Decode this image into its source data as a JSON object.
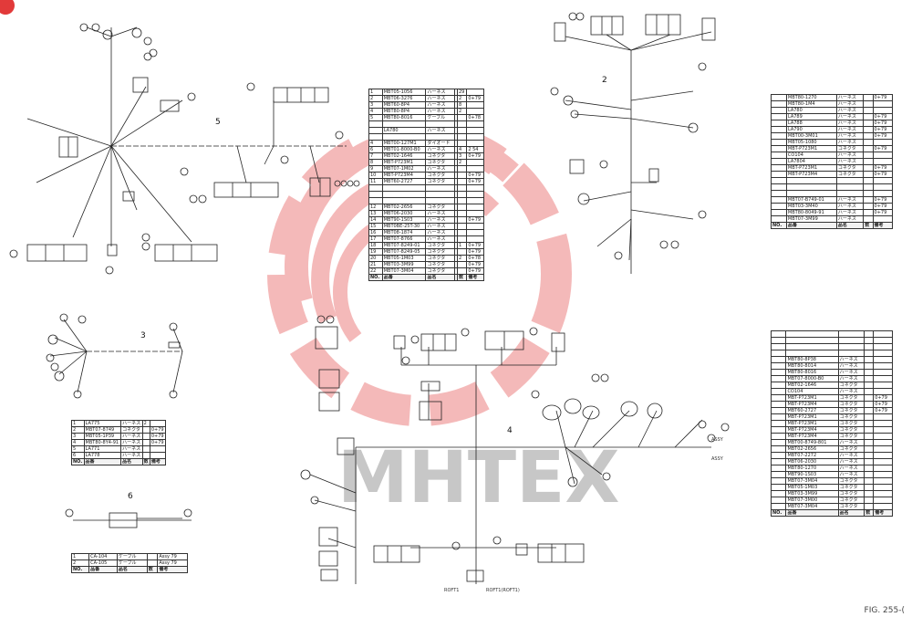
{
  "harness_numbers": [
    "2",
    "3",
    "4",
    "5",
    "6"
  ],
  "watermark": {
    "text": "MHTEX",
    "logo_color": "#e23a3a",
    "text_color": "#9a9a9a"
  },
  "figure_label": "FIG. 255-(",
  "callout_labels": {
    "bottom_left_a": "ROFT1",
    "bottom_left_b": "ROFT1(ROFT1)",
    "right_a": "ASSY",
    "right_b": "ASSY"
  },
  "tables": {
    "center_table": {
      "rows": [
        [
          "1",
          "MBT05-1056",
          "ハーネス",
          "",
          "29",
          ""
        ],
        [
          "2",
          "MBT06-3276",
          "ハーネス",
          "",
          "2",
          "0+79"
        ],
        [
          "3",
          "MBT60-8P4",
          "ハーネス",
          "",
          "8",
          ""
        ],
        [
          "4",
          "MBT80-8P4",
          "ハーネス",
          "",
          "2",
          ""
        ],
        [
          "5",
          "MBT80-8016",
          "ケーブル",
          "",
          "",
          "0+78"
        ],
        [
          "",
          "",
          "",
          "",
          "",
          ""
        ],
        [
          "",
          "LA780",
          "ハーネス",
          "",
          "",
          ""
        ],
        [
          "",
          "",
          "",
          "",
          "",
          ""
        ],
        [
          "4",
          "MBT00-127M1",
          "ダイオード",
          "",
          "",
          ""
        ],
        [
          "6",
          "MBT01-8000-B0",
          "ハーネス",
          "",
          "4",
          "2 54"
        ],
        [
          "7",
          "MBT02-1646",
          "コネクタ",
          "",
          "3",
          "0+79"
        ],
        [
          "8",
          "MBT-P723M1",
          "コネクタ",
          "",
          "2",
          ""
        ],
        [
          "9",
          "MBT07-1M02",
          "ハーネス",
          "",
          "",
          ""
        ],
        [
          "10",
          "MBT-P723M4",
          "コネクタ",
          "",
          "",
          "0+79"
        ],
        [
          "11",
          "MBT60-2727",
          "コネクタ",
          "",
          "",
          "0+79"
        ],
        [
          "",
          "",
          "",
          "",
          "",
          ""
        ],
        [
          "",
          "",
          "",
          "",
          "",
          ""
        ],
        [
          "",
          "",
          "",
          "",
          "",
          ""
        ],
        [
          "12",
          "MBT02-2656",
          "コネクタ",
          "",
          "",
          ""
        ],
        [
          "13",
          "MBT06-2030",
          "ハーネス",
          "",
          "",
          ""
        ],
        [
          "14",
          "MBT90-1S03",
          "ハーネス",
          "",
          "",
          "0+79"
        ],
        [
          "15",
          "MBT0BE-25T-30",
          "ハーネス",
          "",
          "",
          ""
        ],
        [
          "16",
          "MBT08-1874",
          "ハーネス",
          "",
          "",
          ""
        ],
        [
          "17",
          "MBT07-8766",
          "ハーネス",
          "",
          "",
          ""
        ],
        [
          "18",
          "MBT07-8249-01",
          "コネクタ",
          "",
          "1",
          "0+79"
        ],
        [
          "19",
          "MBT07-8249-05",
          "コネクタ",
          "",
          "",
          "0+79"
        ],
        [
          "20",
          "MBT05-1M03",
          "コネクタ",
          "",
          "2",
          "0+78"
        ],
        [
          "21",
          "MBT03-3M99",
          "コネクタ",
          "",
          "",
          "0+79"
        ],
        [
          "22",
          "MBT07-3M04",
          "コネクタ",
          "",
          "",
          "0+79"
        ],
        [
          "NO.",
          "品番",
          "品名",
          "",
          "数",
          "備考"
        ]
      ]
    },
    "left_small_table": {
      "rows": [
        [
          "1",
          "LA775",
          "ハーネス",
          "2",
          ""
        ],
        [
          "2",
          "MBT07-8749",
          "コネクタ",
          "",
          "0+79"
        ],
        [
          "3",
          "MBT05-1P39",
          "ハーネス",
          "",
          "0+79"
        ],
        [
          "4",
          "MBT80-8Y4-91",
          "ハーネス",
          "",
          "0+79"
        ],
        [
          "5",
          "LA771",
          "ハーネス",
          "",
          ""
        ],
        [
          "6",
          "LA778",
          "ハーネス",
          "",
          ""
        ],
        [
          "NO.",
          "品番",
          "品名",
          "数",
          "備考"
        ]
      ]
    },
    "bottom_left_table": {
      "rows": [
        [
          "1",
          "CA-104",
          "ケーブル",
          "",
          "Assy 79"
        ],
        [
          "2",
          "CA-105",
          "ケーブル",
          "",
          "Assy 79"
        ],
        [
          "NO.",
          "品番",
          "品名",
          "数",
          "備考"
        ]
      ]
    },
    "right_top_table": {
      "rows": [
        [
          "",
          "MBT80-1270",
          "ハーネス",
          "",
          "0+79"
        ],
        [
          "",
          "MBT80-1M4",
          "ハーネス",
          "",
          ""
        ],
        [
          "",
          "LA780",
          "ハーネス",
          "",
          ""
        ],
        [
          "",
          "LA789",
          "ハーネス",
          "",
          "0+79"
        ],
        [
          "",
          "LA788",
          "ハーネス",
          "",
          "0+79"
        ],
        [
          "",
          "LA790",
          "ハーネス",
          "",
          "0+79"
        ],
        [
          "",
          "MBT00-3M01",
          "ハーネス",
          "",
          "0+79"
        ],
        [
          "",
          "MBT05-1080",
          "ハーネス",
          "",
          ""
        ],
        [
          "",
          "MBT-P723M1",
          "コネクタ",
          "",
          "0+79"
        ],
        [
          "",
          "CO104",
          "ハーネス",
          "",
          ""
        ],
        [
          "",
          "LA7804",
          "ハーネス",
          "",
          ""
        ],
        [
          "",
          "MBT-P723M1",
          "コネクタ",
          "",
          "0+79"
        ],
        [
          "",
          "MBT-P723M4",
          "コネクタ",
          "",
          "0+79"
        ],
        [
          "",
          "",
          "",
          "",
          ""
        ],
        [
          "",
          "",
          "",
          "",
          ""
        ],
        [
          "",
          "",
          "",
          "",
          ""
        ],
        [
          "",
          "MBT07-B749-01",
          "ハーネス",
          "",
          "0+79"
        ],
        [
          "",
          "MBT03-3M40",
          "ハーネス",
          "",
          "0+79"
        ],
        [
          "",
          "MBT80-8049-91",
          "ハーネス",
          "",
          "0+79"
        ],
        [
          "",
          "MBT07-3M99",
          "ハーネス",
          "",
          ""
        ],
        [
          "NO.",
          "品番",
          "品名",
          "数",
          "備考"
        ]
      ]
    },
    "right_bottom_table": {
      "rows": [
        [
          "",
          "",
          "",
          "",
          ""
        ],
        [
          "",
          "",
          "",
          "",
          ""
        ],
        [
          "",
          "",
          "",
          "",
          ""
        ],
        [
          "",
          "",
          "",
          "",
          ""
        ],
        [
          "",
          "MBT80-8P38",
          "ハーネス",
          "",
          ""
        ],
        [
          "",
          "MBT80-8014",
          "ハーネス",
          "",
          ""
        ],
        [
          "",
          "MBT80-8016",
          "ハーネス",
          "",
          ""
        ],
        [
          "",
          "MBT07-8000-B0",
          "ハーネス",
          "",
          ""
        ],
        [
          "",
          "MBT02-1646",
          "コネクタ",
          "",
          ""
        ],
        [
          "",
          "CO104",
          "ハーネス",
          "",
          ""
        ],
        [
          "",
          "MBT-P723M1",
          "コネクタ",
          "",
          "0+79"
        ],
        [
          "",
          "MBT-P723M4",
          "コネクタ",
          "",
          "0+79"
        ],
        [
          "",
          "MBT60-2727",
          "コネクタ",
          "",
          "0+79"
        ],
        [
          "",
          "MBT-P723M1",
          "コネクタ",
          "",
          ""
        ],
        [
          "",
          "MBT-P723M1",
          "コネクタ",
          "",
          ""
        ],
        [
          "",
          "MBT-P723M4",
          "コネクタ",
          "",
          ""
        ],
        [
          "",
          "MBT-P723M4",
          "コネクタ",
          "",
          ""
        ],
        [
          "",
          "MBT00-8749-801",
          "ハーネス",
          "",
          ""
        ],
        [
          "",
          "MBT02-2656",
          "コネクタ",
          "",
          ""
        ],
        [
          "",
          "MBT07-2272",
          "ハーネス",
          "",
          ""
        ],
        [
          "",
          "MBT06-2030",
          "ハーネス",
          "",
          ""
        ],
        [
          "",
          "MBT80-1270",
          "ハーネス",
          "",
          ""
        ],
        [
          "",
          "MBT90-1S03",
          "ハーネス",
          "",
          ""
        ],
        [
          "",
          "MBT07-3M04",
          "コネクタ",
          "",
          ""
        ],
        [
          "",
          "MBT05-1M03",
          "コネクタ",
          "",
          ""
        ],
        [
          "",
          "MBT03-3M99",
          "コネクタ",
          "",
          ""
        ],
        [
          "",
          "MBT07-3M00",
          "コネクタ",
          "",
          ""
        ],
        [
          "",
          "MBT07-3M04",
          "コネクタ",
          "",
          ""
        ],
        [
          "NO.",
          "品番",
          "品名",
          "数",
          "備考"
        ]
      ]
    }
  }
}
